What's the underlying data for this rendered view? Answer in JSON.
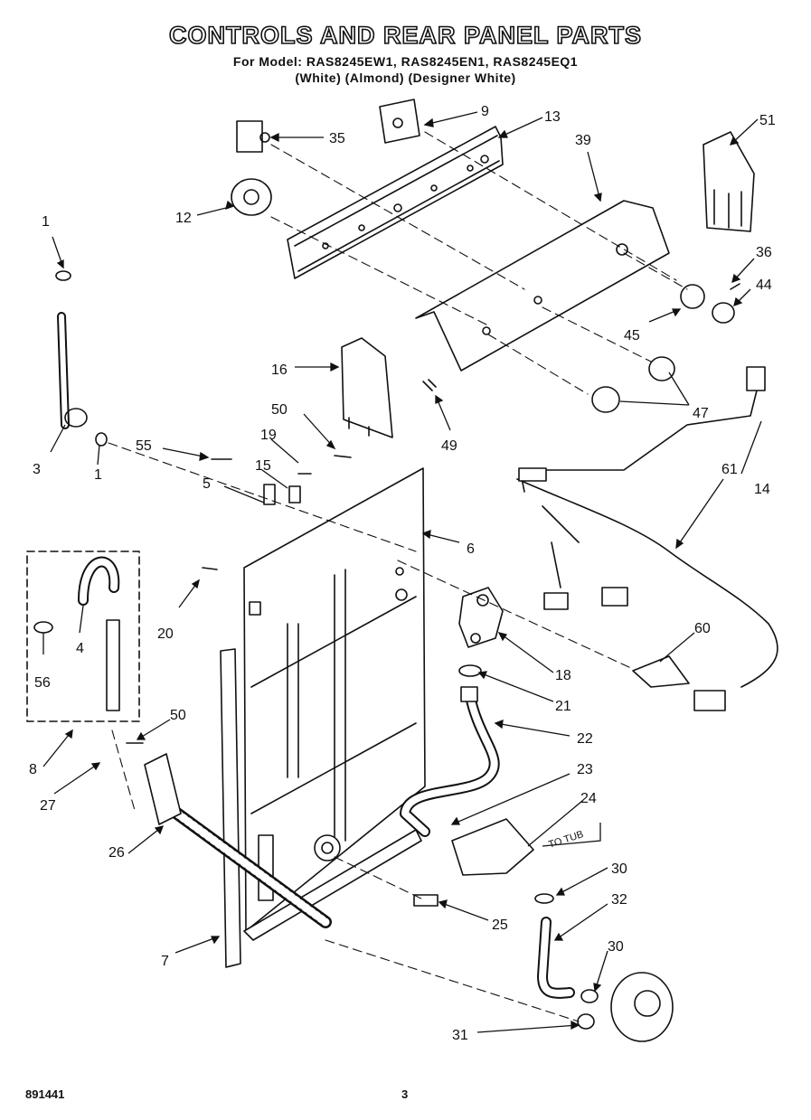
{
  "header": {
    "title": "CONTROLS AND REAR PANEL PARTS",
    "model_line": "For Model: RAS8245EW1, RAS8245EN1, RAS8245EQ1",
    "color_line": "(White)      (Almond)  (Designer White)"
  },
  "footer": {
    "doc_number": "891441",
    "page_number": "3"
  },
  "diagram": {
    "part_labels": [
      "35",
      "9",
      "13",
      "39",
      "51",
      "12",
      "1",
      "36",
      "44",
      "45",
      "47",
      "16",
      "3",
      "1",
      "50",
      "49",
      "55",
      "19",
      "15",
      "5",
      "6",
      "14",
      "61",
      "20",
      "4",
      "56",
      "60",
      "18",
      "21",
      "50",
      "22",
      "23",
      "24",
      "8",
      "27",
      "26",
      "30",
      "32",
      "25",
      "7",
      "30",
      "31"
    ],
    "annotation": "TO TUB"
  }
}
